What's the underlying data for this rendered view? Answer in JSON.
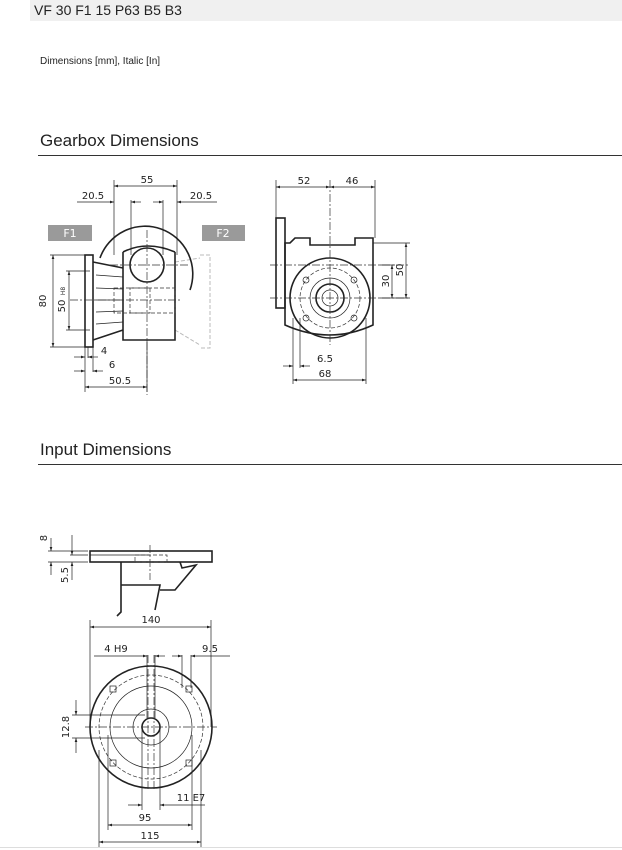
{
  "header": {
    "title": "VF 30 F1 15 P63 B5 B3"
  },
  "units_note": "Dimensions [mm], Italic [In]",
  "sections": {
    "gearbox": {
      "heading": "Gearbox Dimensions",
      "labels": {
        "f1": "F1",
        "f2": "F2"
      },
      "dims": {
        "d55": "55",
        "d20_5_left": "20.5",
        "d20_5_right": "20.5",
        "d80": "80",
        "d50": "50",
        "d50_tol": "H8",
        "d4": "4",
        "d6": "6",
        "d50_5": "50.5",
        "d52": "52",
        "d46": "46",
        "d30": "30",
        "d50_side": "50",
        "d6_5": "6.5",
        "d68": "68"
      }
    },
    "input": {
      "heading": "Input Dimensions",
      "dims": {
        "d8": "8",
        "d5_5": "5.5",
        "d140": "140",
        "d4h9": "4 H9",
        "d9_5": "9.5",
        "d12_8": "12.8",
        "d11e7": "11 E7",
        "d95": "95",
        "d115": "115"
      }
    }
  }
}
